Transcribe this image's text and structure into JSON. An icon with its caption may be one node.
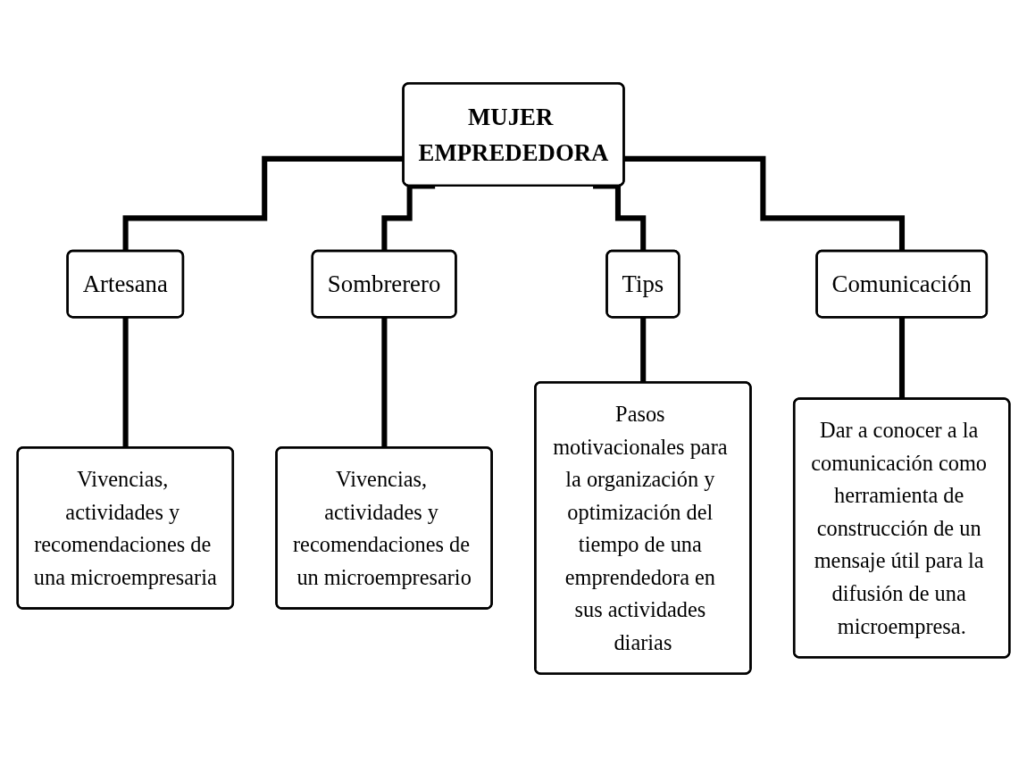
{
  "diagram": {
    "nodes": [
      {
        "text": [
          "MUJER EMPREDEDORA"
        ]
      },
      {
        "text": [
          "Artesana"
        ]
      },
      {
        "text": [
          "Sombrerero"
        ]
      },
      {
        "text": [
          "Tips"
        ]
      },
      {
        "text": [
          "Comunicación"
        ]
      },
      {
        "text": [
          "Vivencias, actividades y recomendaciones de una microempresaria"
        ]
      },
      {
        "text": [
          "Vivencias, actividades y recomendaciones de un microempresario"
        ]
      },
      {
        "text": [
          "Pasos motivacionales para la organización y optimización del tiempo de una emprendedora en sus actividades diarias"
        ]
      },
      {
        "text": [
          "Dar a conocer a la comunicación como herramienta de construcción de un mensaje útil para la difusión de una microempresa."
        ]
      }
    ],
    "edges": [
      {
        "from": 0,
        "to": 1,
        "arrow": "none"
      },
      {
        "from": 0,
        "to": 2,
        "arrow": "none"
      },
      {
        "from": 0,
        "to": 3,
        "arrow": "none"
      },
      {
        "from": 0,
        "to": 4,
        "arrow": "none"
      },
      {
        "from": 1,
        "to": 5,
        "arrow": "none"
      },
      {
        "from": 2,
        "to": 6,
        "arrow": "none"
      },
      {
        "from": 3,
        "to": 7,
        "arrow": "none"
      },
      {
        "from": 4,
        "to": 8,
        "arrow": "none"
      }
    ]
  }
}
